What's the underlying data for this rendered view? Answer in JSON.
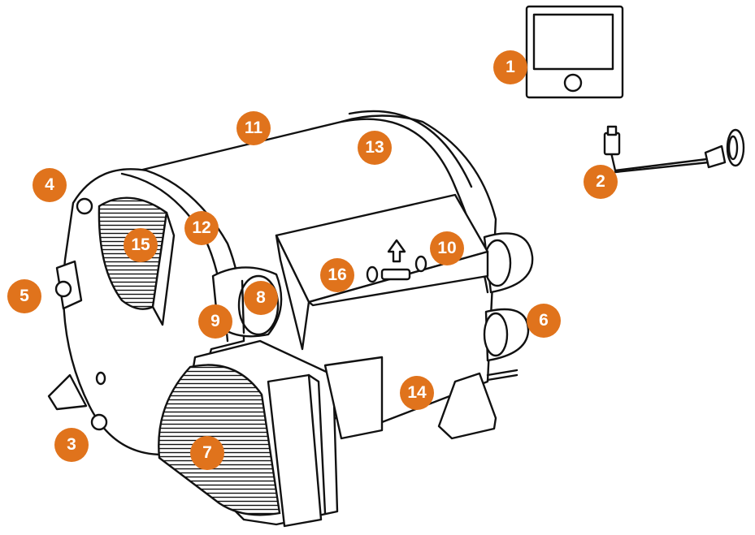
{
  "accent_color": "#e0731c",
  "callouts": [
    "1",
    "2",
    "3",
    "4",
    "5",
    "6",
    "7",
    "8",
    "9",
    "10",
    "11",
    "12",
    "13",
    "14",
    "15",
    "16"
  ]
}
